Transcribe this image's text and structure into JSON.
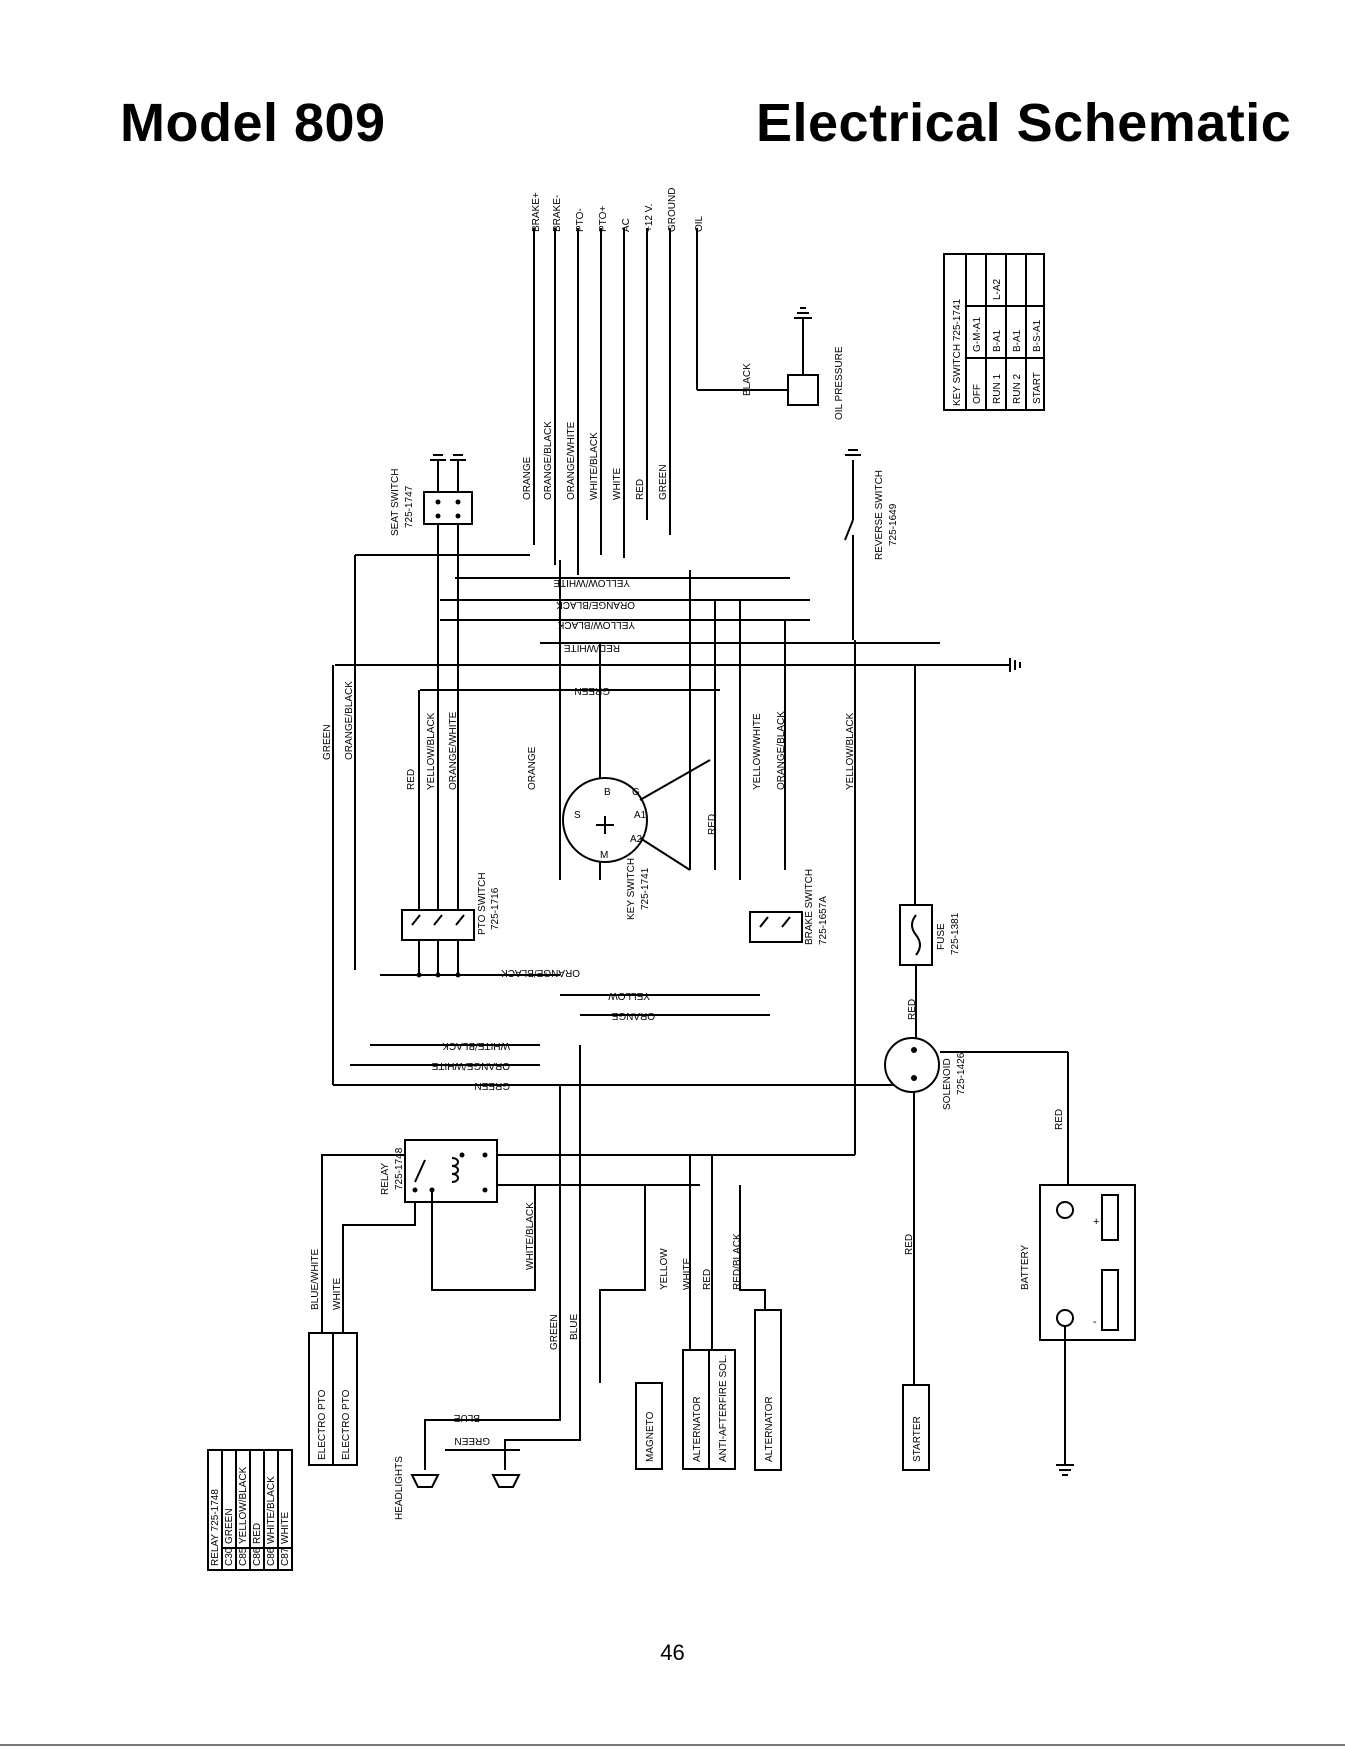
{
  "header": {
    "model": "Model 809",
    "title": "Electrical Schematic"
  },
  "page_number": "46",
  "terminals": [
    "BRAKE+",
    "BRAKE-",
    "PTO-",
    "PTO+",
    "AC",
    "+12 V.",
    "GROUND",
    "OIL"
  ],
  "wire_colors": {
    "orange": "ORANGE",
    "orange_black": "ORANGE/BLACK",
    "orange_white": "ORANGE/WHITE",
    "white_black": "WHITE/BLACK",
    "white": "WHITE",
    "red": "RED",
    "green": "GREEN",
    "black": "BLACK",
    "yellow_white": "YELLOW/WHITE",
    "yellow_black": "YELLOW/BLACK",
    "red_white": "RED/WHITE",
    "yellow": "YELLOW",
    "blue_white": "BLUE/WHITE",
    "blue": "BLUE",
    "red_black": "RED/BLACK"
  },
  "components": {
    "seat_switch": {
      "name": "SEAT SWITCH",
      "part": "725-1747"
    },
    "oil_pressure": {
      "name": "OIL PRESSURE"
    },
    "reverse_switch": {
      "name": "REVERSE SWITCH",
      "part": "725-1649"
    },
    "key_switch": {
      "name": "KEY SWITCH",
      "part": "725-1741",
      "terminals": [
        "B",
        "G",
        "S",
        "A1",
        "A2",
        "M"
      ]
    },
    "pto_switch": {
      "name": "PTO SWITCH",
      "part": "725-1716"
    },
    "brake_switch": {
      "name": "BRAKE SWITCH",
      "part": "725-1657A"
    },
    "fuse": {
      "name": "FUSE",
      "part": "725-1381"
    },
    "solenoid": {
      "name": "SOLENOID",
      "part": "725-1426"
    },
    "relay": {
      "name": "RELAY",
      "part": "725-1748"
    },
    "battery": {
      "name": "BATTERY",
      "plus": "+",
      "minus": "-"
    },
    "headlights": {
      "name": "HEADLIGHTS"
    },
    "electro_pto_1": {
      "name": "ELECTRO PTO"
    },
    "electro_pto_2": {
      "name": "ELECTRO PTO"
    },
    "magneto": {
      "name": "MAGNETO"
    },
    "alternator": {
      "name": "ALTERNATOR"
    },
    "alternator_sol": {
      "name": "ANTI-AFTERFIRE SOL."
    },
    "alternator_2": {
      "name": "ALTERNATOR"
    },
    "starter": {
      "name": "STARTER"
    }
  },
  "key_switch_table": {
    "title": "KEY SWITCH 725-1741",
    "rows": [
      [
        "OFF",
        "G-M-A1",
        ""
      ],
      [
        "RUN 1",
        "B-A1",
        "L-A2"
      ],
      [
        "RUN 2",
        "B-A1",
        ""
      ],
      [
        "START",
        "B-S-A1",
        ""
      ]
    ]
  },
  "relay_table": {
    "title": "RELAY 725-1748",
    "rows": [
      [
        "C30",
        "GREEN"
      ],
      [
        "C85",
        "YELLOW/BLACK"
      ],
      [
        "C86",
        "RED"
      ],
      [
        "C86",
        "WHITE/BLACK"
      ],
      [
        "C87",
        "WHITE"
      ]
    ]
  }
}
